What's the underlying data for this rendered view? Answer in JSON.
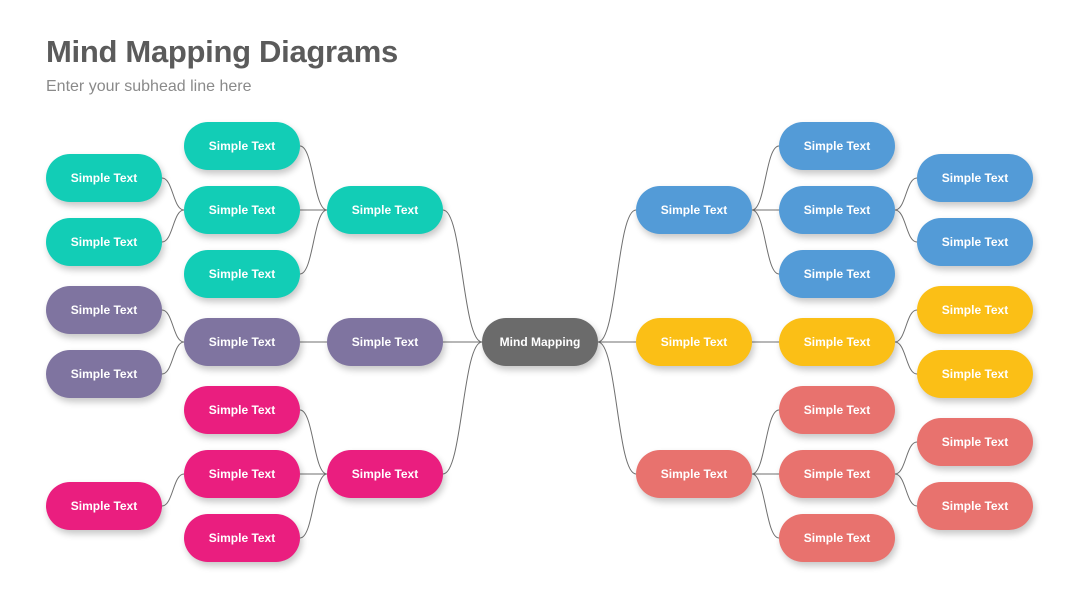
{
  "header": {
    "title": "Mind Mapping Diagrams",
    "subtitle": "Enter your subhead line here"
  },
  "colors": {
    "teal": "#12cdb6",
    "purple": "#7f74a0",
    "magenta": "#ea1e7f",
    "blue": "#539bd7",
    "yellow": "#fbbf16",
    "salmon": "#e8726e",
    "center": "#6b6b6b",
    "connector": "#6f6f6f"
  },
  "center": {
    "label": "Mind Mapping"
  },
  "left_branches": [
    {
      "color": "teal",
      "label": "Simple Text",
      "children": [
        {
          "label": "Simple Text",
          "children": []
        },
        {
          "label": "Simple Text",
          "children": [
            {
              "label": "Simple Text"
            },
            {
              "label": "Simple Text"
            }
          ]
        },
        {
          "label": "Simple Text",
          "children": []
        }
      ]
    },
    {
      "color": "purple",
      "label": "Simple Text",
      "children": [
        {
          "label": "Simple Text",
          "children": [
            {
              "label": "Simple Text"
            },
            {
              "label": "Simple Text"
            }
          ]
        }
      ]
    },
    {
      "color": "magenta",
      "label": "Simple Text",
      "children": [
        {
          "label": "Simple Text",
          "children": []
        },
        {
          "label": "Simple Text",
          "children": [
            {
              "label": "Simple Text"
            }
          ]
        },
        {
          "label": "Simple Text",
          "children": []
        }
      ]
    }
  ],
  "right_branches": [
    {
      "color": "blue",
      "label": "Simple Text",
      "children": [
        {
          "label": "Simple Text",
          "children": []
        },
        {
          "label": "Simple Text",
          "children": [
            {
              "label": "Simple Text"
            },
            {
              "label": "Simple Text"
            }
          ]
        },
        {
          "label": "Simple Text",
          "children": []
        }
      ]
    },
    {
      "color": "yellow",
      "label": "Simple Text",
      "children": [
        {
          "label": "Simple Text",
          "children": [
            {
              "label": "Simple Text"
            },
            {
              "label": "Simple Text"
            }
          ]
        }
      ]
    },
    {
      "color": "salmon",
      "label": "Simple Text",
      "children": [
        {
          "label": "Simple Text",
          "children": []
        },
        {
          "label": "Simple Text",
          "children": [
            {
              "label": "Simple Text"
            },
            {
              "label": "Simple Text"
            }
          ]
        },
        {
          "label": "Simple Text",
          "children": []
        }
      ]
    }
  ]
}
